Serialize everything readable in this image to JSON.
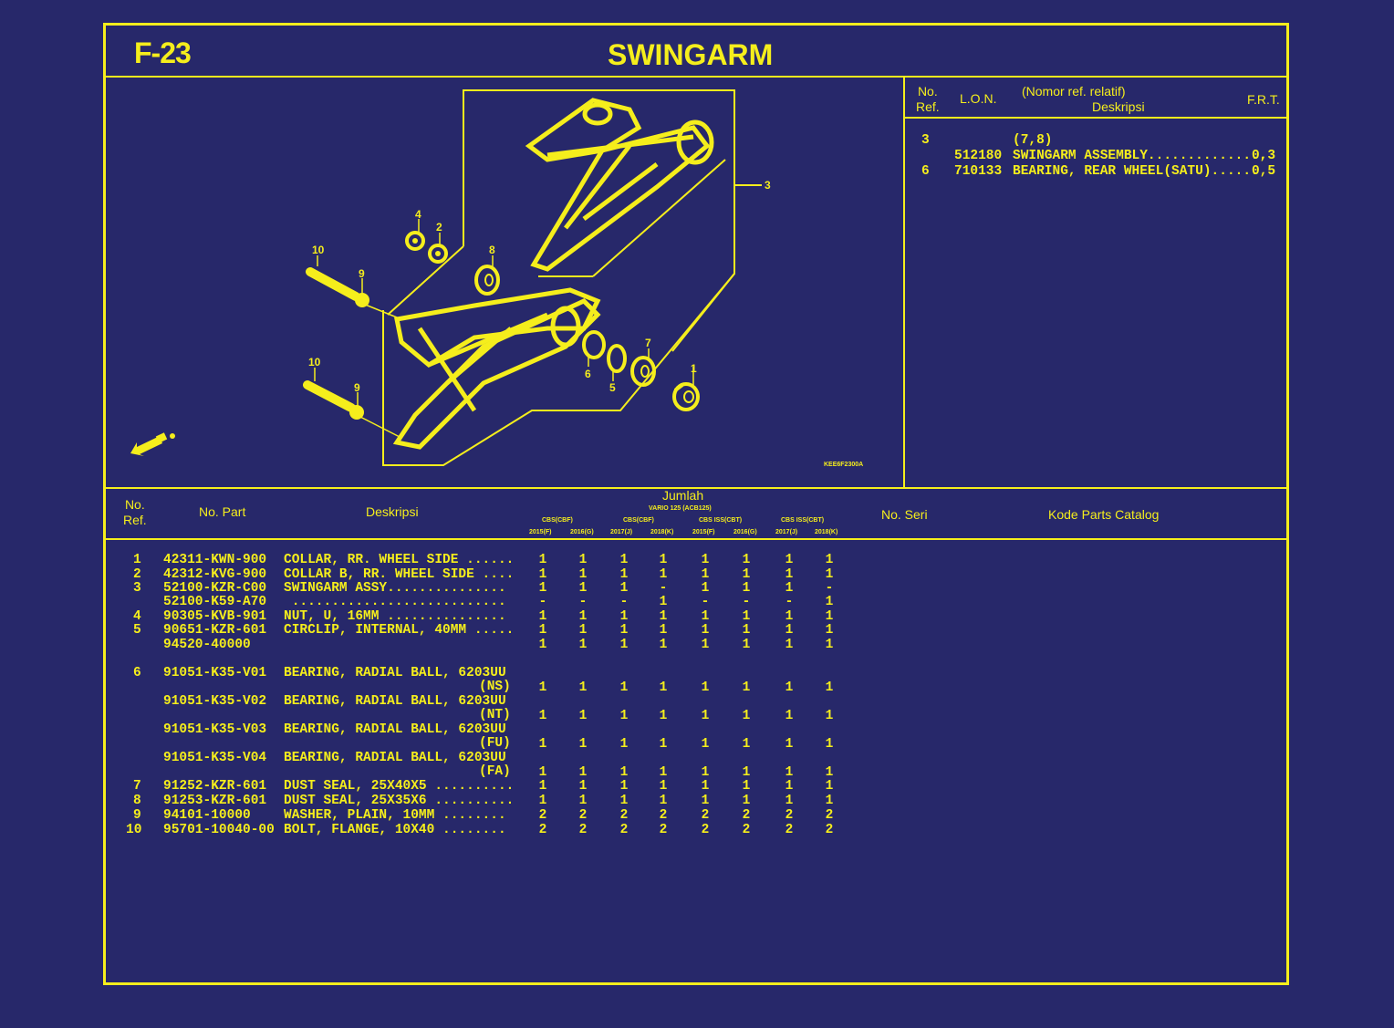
{
  "header": {
    "page_code": "F-23",
    "title": "SWINGARM"
  },
  "diagram": {
    "code": "KEE6F2300A",
    "callouts": [
      "1",
      "2",
      "3",
      "4",
      "5",
      "6",
      "7",
      "8",
      "9",
      "10",
      "9",
      "10"
    ]
  },
  "lon_table": {
    "headers": {
      "no_ref_line1": "No.",
      "no_ref_line2": "Ref.",
      "lon": "L.O.N.",
      "desc_line1": "(Nomor ref. relatif)",
      "desc_line2": "Deskripsi",
      "frt": "F.R.T."
    },
    "rows": [
      {
        "ref": "3",
        "lon": "",
        "desc": "(7,8)",
        "frt": ""
      },
      {
        "ref": "",
        "lon": "512180",
        "desc": "SWINGARM ASSEMBLY...............",
        "frt": "0,3"
      },
      {
        "ref": "6",
        "lon": "710133",
        "desc": "BEARING, REAR WHEEL(SATU)......",
        "frt": "0,5"
      }
    ]
  },
  "parts_table": {
    "headers": {
      "no_ref_line1": "No.",
      "no_ref_line2": "Ref.",
      "part_no": "No. Part",
      "desc": "Deskripsi",
      "jumlah": "Jumlah",
      "model": "VARIO 125 (ACB125)",
      "groups": [
        "CBS(CBF)",
        "CBS(CBF)",
        "CBS ISS(CBT)",
        "CBS ISS(CBT)"
      ],
      "years": [
        "2015(F)",
        "2016(G)",
        "2017(J)",
        "2018(K)",
        "2015(F)",
        "2016(G)",
        "2017(J)",
        "2018(K)"
      ],
      "serial": "No. Seri",
      "catalog_code": "Kode Parts Catalog"
    },
    "rows": [
      {
        "ref": "1",
        "part": "42311-KWN-900",
        "desc": "COLLAR, RR. WHEEL SIDE ......",
        "desc2": "",
        "qty": [
          "1",
          "1",
          "1",
          "1",
          "1",
          "1",
          "1",
          "1"
        ]
      },
      {
        "ref": "2",
        "part": "42312-KVG-900",
        "desc": "COLLAR B, RR. WHEEL SIDE ....",
        "desc2": "",
        "qty": [
          "1",
          "1",
          "1",
          "1",
          "1",
          "1",
          "1",
          "1"
        ]
      },
      {
        "ref": "3",
        "part": "52100-KZR-C00",
        "desc": "SWINGARM ASSY...............",
        "desc2": "",
        "qty": [
          "1",
          "1",
          "1",
          "-",
          "1",
          "1",
          "1",
          "-"
        ]
      },
      {
        "ref": "",
        "part": "52100-K59-A70",
        "desc": " ...........................",
        "desc2": "",
        "qty": [
          "-",
          "-",
          "-",
          "1",
          "-",
          "-",
          "-",
          "1"
        ]
      },
      {
        "ref": "4",
        "part": "90305-KVB-901",
        "desc": "NUT, U, 16MM ...............",
        "desc2": "",
        "qty": [
          "1",
          "1",
          "1",
          "1",
          "1",
          "1",
          "1",
          "1"
        ]
      },
      {
        "ref": "5",
        "part": "90651-KZR-601",
        "desc": "CIRCLIP, INTERNAL, 40MM .....",
        "desc2": "",
        "qty": [
          "1",
          "1",
          "1",
          "1",
          "1",
          "1",
          "1",
          "1"
        ]
      },
      {
        "ref": "",
        "part": "94520-40000",
        "desc": "",
        "desc2": "",
        "qty": [
          "1",
          "1",
          "1",
          "1",
          "1",
          "1",
          "1",
          "1"
        ]
      },
      {
        "ref": "6",
        "part": "91051-K35-V01",
        "desc": "BEARING, RADIAL BALL, 6203UU",
        "desc2": "(NS)",
        "qty": [
          "1",
          "1",
          "1",
          "1",
          "1",
          "1",
          "1",
          "1"
        ]
      },
      {
        "ref": "",
        "part": "91051-K35-V02",
        "desc": "BEARING, RADIAL BALL, 6203UU",
        "desc2": "(NT)",
        "qty": [
          "1",
          "1",
          "1",
          "1",
          "1",
          "1",
          "1",
          "1"
        ]
      },
      {
        "ref": "",
        "part": "91051-K35-V03",
        "desc": "BEARING, RADIAL BALL, 6203UU",
        "desc2": "(FU)",
        "qty": [
          "1",
          "1",
          "1",
          "1",
          "1",
          "1",
          "1",
          "1"
        ]
      },
      {
        "ref": "",
        "part": "91051-K35-V04",
        "desc": "BEARING, RADIAL BALL, 6203UU",
        "desc2": "(FA)",
        "qty": [
          "1",
          "1",
          "1",
          "1",
          "1",
          "1",
          "1",
          "1"
        ]
      },
      {
        "ref": "7",
        "part": "91252-KZR-601",
        "desc": "DUST SEAL, 25X40X5 ..........",
        "desc2": "",
        "qty": [
          "1",
          "1",
          "1",
          "1",
          "1",
          "1",
          "1",
          "1"
        ]
      },
      {
        "ref": "8",
        "part": "91253-KZR-601",
        "desc": "DUST SEAL, 25X35X6 ..........",
        "desc2": "",
        "qty": [
          "1",
          "1",
          "1",
          "1",
          "1",
          "1",
          "1",
          "1"
        ]
      },
      {
        "ref": "9",
        "part": "94101-10000",
        "desc": "WASHER, PLAIN, 10MM ........",
        "desc2": "",
        "qty": [
          "2",
          "2",
          "2",
          "2",
          "2",
          "2",
          "2",
          "2"
        ]
      },
      {
        "ref": "10",
        "part": "95701-10040-00",
        "desc": "BOLT, FLANGE, 10X40 ........",
        "desc2": "",
        "qty": [
          "2",
          "2",
          "2",
          "2",
          "2",
          "2",
          "2",
          "2"
        ]
      }
    ]
  },
  "colors": {
    "background": "#27286a",
    "ink": "#f5ee1c"
  }
}
